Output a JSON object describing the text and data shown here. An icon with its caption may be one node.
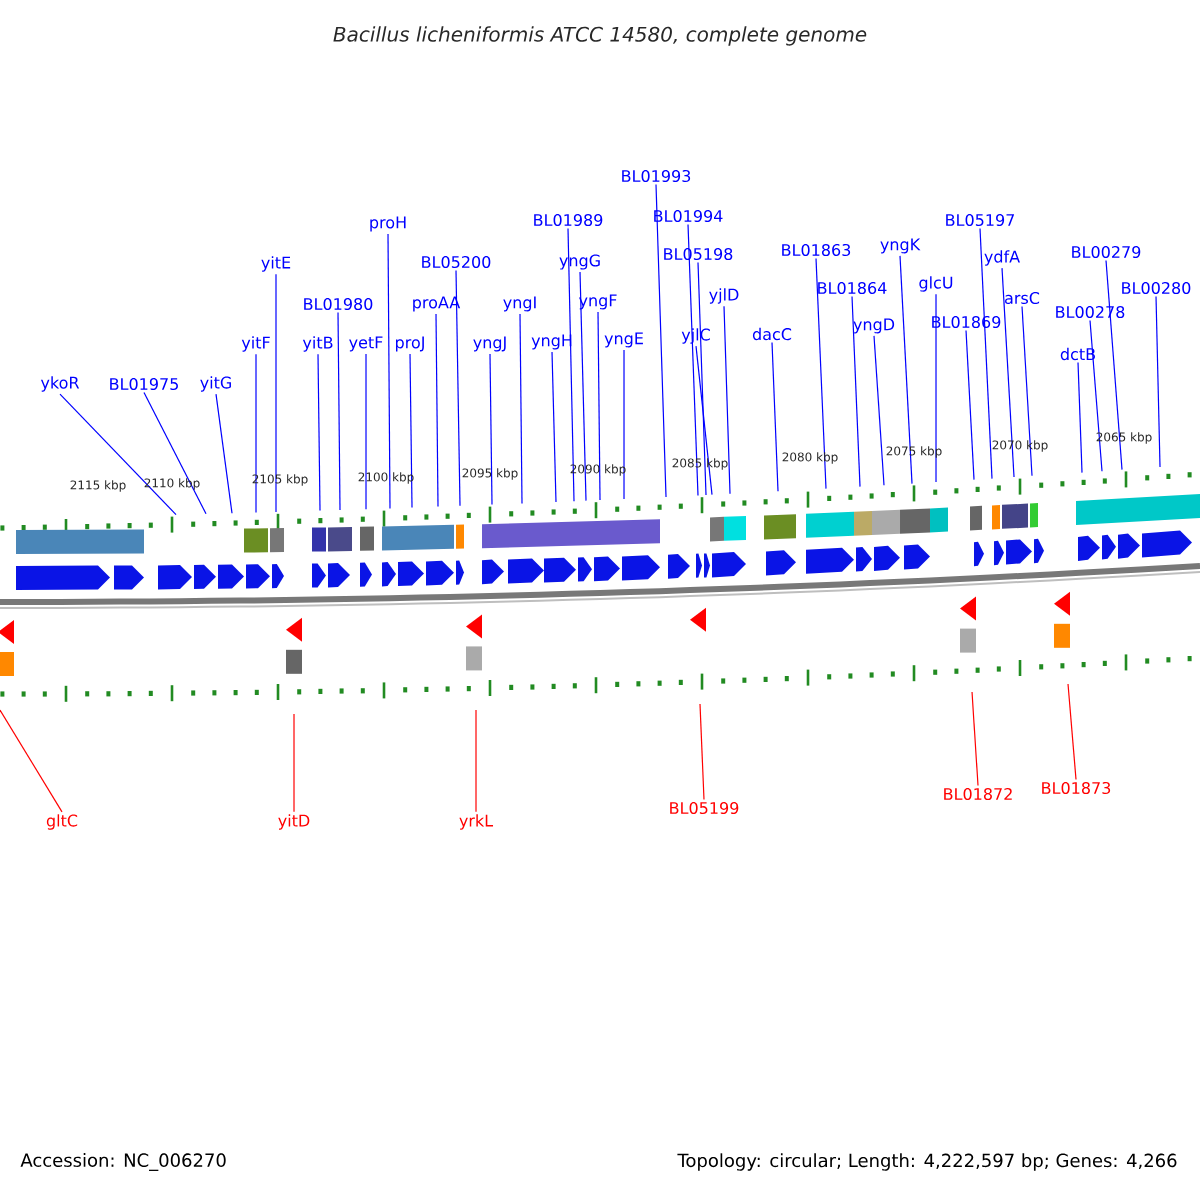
{
  "diagram": {
    "title": "Bacillus licheniformis ATCC 14580, complete genome",
    "nodes": [
      {
        "text": [
          "ykoR"
        ]
      },
      {
        "text": [
          "BL01975"
        ]
      },
      {
        "text": [
          "yitG"
        ]
      },
      {
        "text": [
          "yitF"
        ]
      },
      {
        "text": [
          "yitE"
        ]
      },
      {
        "text": [
          "yitB"
        ]
      },
      {
        "text": [
          "BL01980"
        ]
      },
      {
        "text": [
          "yetF"
        ]
      },
      {
        "text": [
          "proH"
        ]
      },
      {
        "text": [
          "proJ"
        ]
      },
      {
        "text": [
          "proAA"
        ]
      },
      {
        "text": [
          "BL05200"
        ]
      },
      {
        "text": [
          "yngJ"
        ]
      },
      {
        "text": [
          "yngI"
        ]
      },
      {
        "text": [
          "yngH"
        ]
      },
      {
        "text": [
          "BL01989"
        ]
      },
      {
        "text": [
          "yngG"
        ]
      },
      {
        "text": [
          "yngF"
        ]
      },
      {
        "text": [
          "yngE"
        ]
      },
      {
        "text": [
          "BL01993"
        ]
      },
      {
        "text": [
          "BL01994"
        ]
      },
      {
        "text": [
          "BL05198"
        ]
      },
      {
        "text": [
          "yjlC"
        ]
      },
      {
        "text": [
          "yjlD"
        ]
      },
      {
        "text": [
          "dacC"
        ]
      },
      {
        "text": [
          "BL01863"
        ]
      },
      {
        "text": [
          "BL01864"
        ]
      },
      {
        "text": [
          "yngD"
        ]
      },
      {
        "text": [
          "yngK"
        ]
      },
      {
        "text": [
          "glcU"
        ]
      },
      {
        "text": [
          "BL01869"
        ]
      },
      {
        "text": [
          "BL05197"
        ]
      },
      {
        "text": [
          "ydfA"
        ]
      },
      {
        "text": [
          "arsC"
        ]
      },
      {
        "text": [
          "dctB"
        ]
      },
      {
        "text": [
          "BL00278"
        ]
      },
      {
        "text": [
          "BL00279"
        ]
      },
      {
        "text": [
          "BL00280"
        ]
      },
      {
        "text": [
          "gltC"
        ]
      },
      {
        "text": [
          "yitD"
        ]
      },
      {
        "text": [
          "yrkL"
        ]
      },
      {
        "text": [
          "BL05199"
        ]
      },
      {
        "text": [
          "BL01872"
        ]
      },
      {
        "text": [
          "BL01873"
        ]
      }
    ],
    "edges": [
      {
        "from": 0,
        "to": null,
        "arrow": "none"
      },
      {
        "from": 1,
        "to": null,
        "arrow": "none"
      },
      {
        "from": 2,
        "to": null,
        "arrow": "none"
      },
      {
        "from": 3,
        "to": null,
        "arrow": "none"
      },
      {
        "from": 4,
        "to": null,
        "arrow": "none"
      },
      {
        "from": 5,
        "to": null,
        "arrow": "none"
      },
      {
        "from": 6,
        "to": null,
        "arrow": "none"
      },
      {
        "from": 7,
        "to": null,
        "arrow": "none"
      },
      {
        "from": 8,
        "to": null,
        "arrow": "none"
      },
      {
        "from": 9,
        "to": null,
        "arrow": "none"
      },
      {
        "from": 10,
        "to": null,
        "arrow": "none"
      },
      {
        "from": 11,
        "to": null,
        "arrow": "none"
      },
      {
        "from": 12,
        "to": null,
        "arrow": "none"
      },
      {
        "from": 13,
        "to": null,
        "arrow": "none"
      },
      {
        "from": 14,
        "to": null,
        "arrow": "none"
      },
      {
        "from": 15,
        "to": null,
        "arrow": "none"
      },
      {
        "from": 16,
        "to": null,
        "arrow": "none"
      },
      {
        "from": 17,
        "to": null,
        "arrow": "none"
      },
      {
        "from": 18,
        "to": null,
        "arrow": "none"
      },
      {
        "from": 19,
        "to": null,
        "arrow": "none"
      },
      {
        "from": 20,
        "to": null,
        "arrow": "none"
      },
      {
        "from": 21,
        "to": null,
        "arrow": "none"
      },
      {
        "from": 22,
        "to": null,
        "arrow": "none"
      },
      {
        "from": 23,
        "to": null,
        "arrow": "none"
      },
      {
        "from": 24,
        "to": null,
        "arrow": "none"
      },
      {
        "from": 25,
        "to": null,
        "arrow": "none"
      },
      {
        "from": 26,
        "to": null,
        "arrow": "none"
      },
      {
        "from": 27,
        "to": null,
        "arrow": "none"
      },
      {
        "from": 28,
        "to": null,
        "arrow": "none"
      },
      {
        "from": 29,
        "to": null,
        "arrow": "none"
      },
      {
        "from": 30,
        "to": null,
        "arrow": "none"
      },
      {
        "from": 31,
        "to": null,
        "arrow": "none"
      },
      {
        "from": 32,
        "to": null,
        "arrow": "none"
      },
      {
        "from": 33,
        "to": null,
        "arrow": "none"
      },
      {
        "from": 34,
        "to": null,
        "arrow": "none"
      },
      {
        "from": 35,
        "to": null,
        "arrow": "none"
      },
      {
        "from": 36,
        "to": null,
        "arrow": "none"
      },
      {
        "from": 37,
        "to": null,
        "arrow": "none"
      },
      {
        "from": 38,
        "to": null,
        "arrow": "none",
        "color": "#ff0000"
      },
      {
        "from": 39,
        "to": null,
        "arrow": "none",
        "color": "#ff0000"
      },
      {
        "from": 40,
        "to": null,
        "arrow": "none",
        "color": "#ff0000"
      },
      {
        "from": 41,
        "to": null,
        "arrow": "none",
        "color": "#ff0000"
      },
      {
        "from": 42,
        "to": null,
        "arrow": "none",
        "color": "#ff0000"
      },
      {
        "from": 43,
        "to": null,
        "arrow": "none",
        "color": "#ff0000"
      }
    ],
    "labels": [
      "2115 kbp",
      "2110 kbp",
      "2105 kbp",
      "2100 kbp",
      "2095 kbp",
      "2090 kbp",
      "2085 kbp",
      "2080 kbp",
      "2075 kbp",
      "2070 kbp",
      "2065 kbp",
      "Accession: NC_006270",
      "Topology: circular; Length: 4,222,597 bp; Genes: 4,266"
    ]
  }
}
